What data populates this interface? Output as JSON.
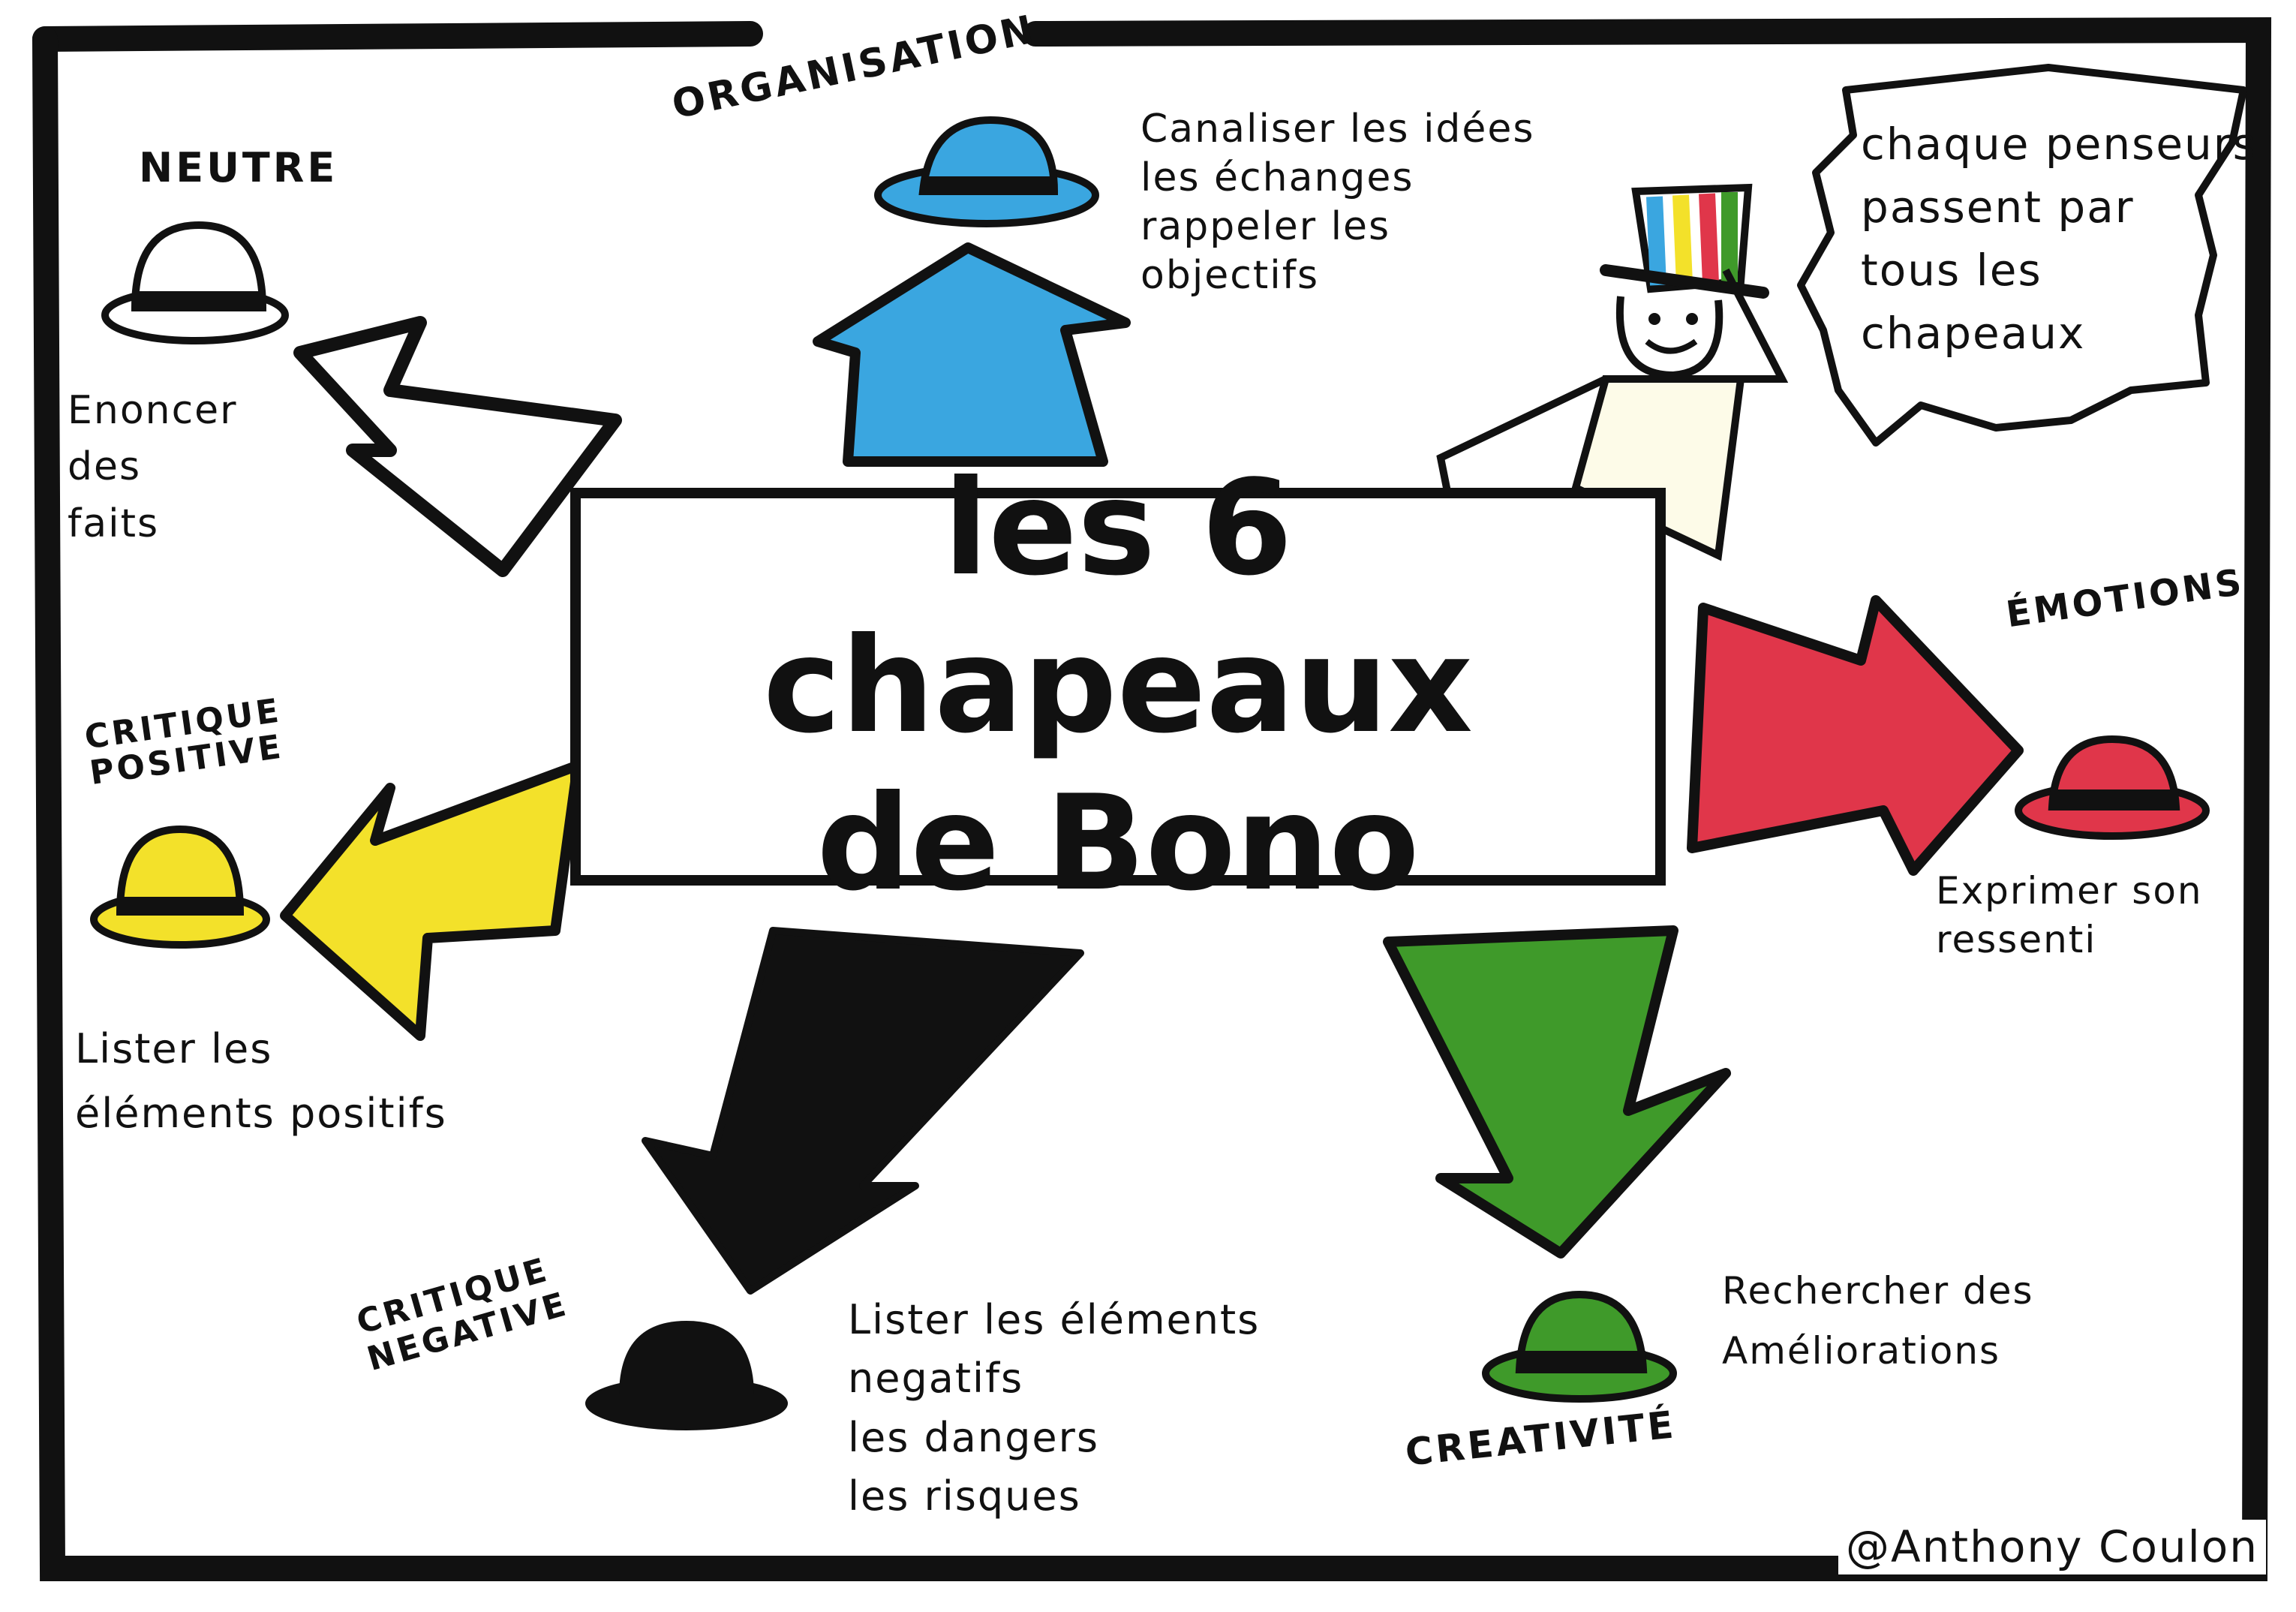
{
  "title": "les 6 chapeaux\nde Bono",
  "credit": "@Anthony Coulon",
  "note": "chaque penseurs\npassent par\ntous les\nchapeaux",
  "colors": {
    "blue": "#3aa6e0",
    "red": "#e0364a",
    "yellow": "#f3e12a",
    "green": "#3f9a2a",
    "black": "#111111",
    "white": "#ffffff"
  },
  "hats": {
    "white": {
      "label": "NEUTRE",
      "desc": "Enoncer\ndes\nfaits",
      "icon": "white-hat-icon"
    },
    "blue": {
      "label": "ORGANISATION",
      "desc": "Canaliser les idées\nles échanges\nrappeler les\nobjectifs",
      "icon": "blue-hat-icon"
    },
    "red": {
      "label": "ÉMOTIONS",
      "desc": "Exprimer son\nressenti",
      "icon": "red-hat-icon"
    },
    "yellow": {
      "label": "CRITIQUE\nPOSITIVE",
      "desc": "Lister les\néléments positifs",
      "icon": "yellow-hat-icon"
    },
    "black": {
      "label": "CRITIQUE\nNEGATIVE",
      "desc": "Lister les éléments\nnegatifs\nles dangers\nles risques",
      "icon": "black-hat-icon"
    },
    "green": {
      "label": "CREATIVITÉ",
      "desc": "Rechercher des\nAméliorations",
      "icon": "green-hat-icon"
    }
  }
}
